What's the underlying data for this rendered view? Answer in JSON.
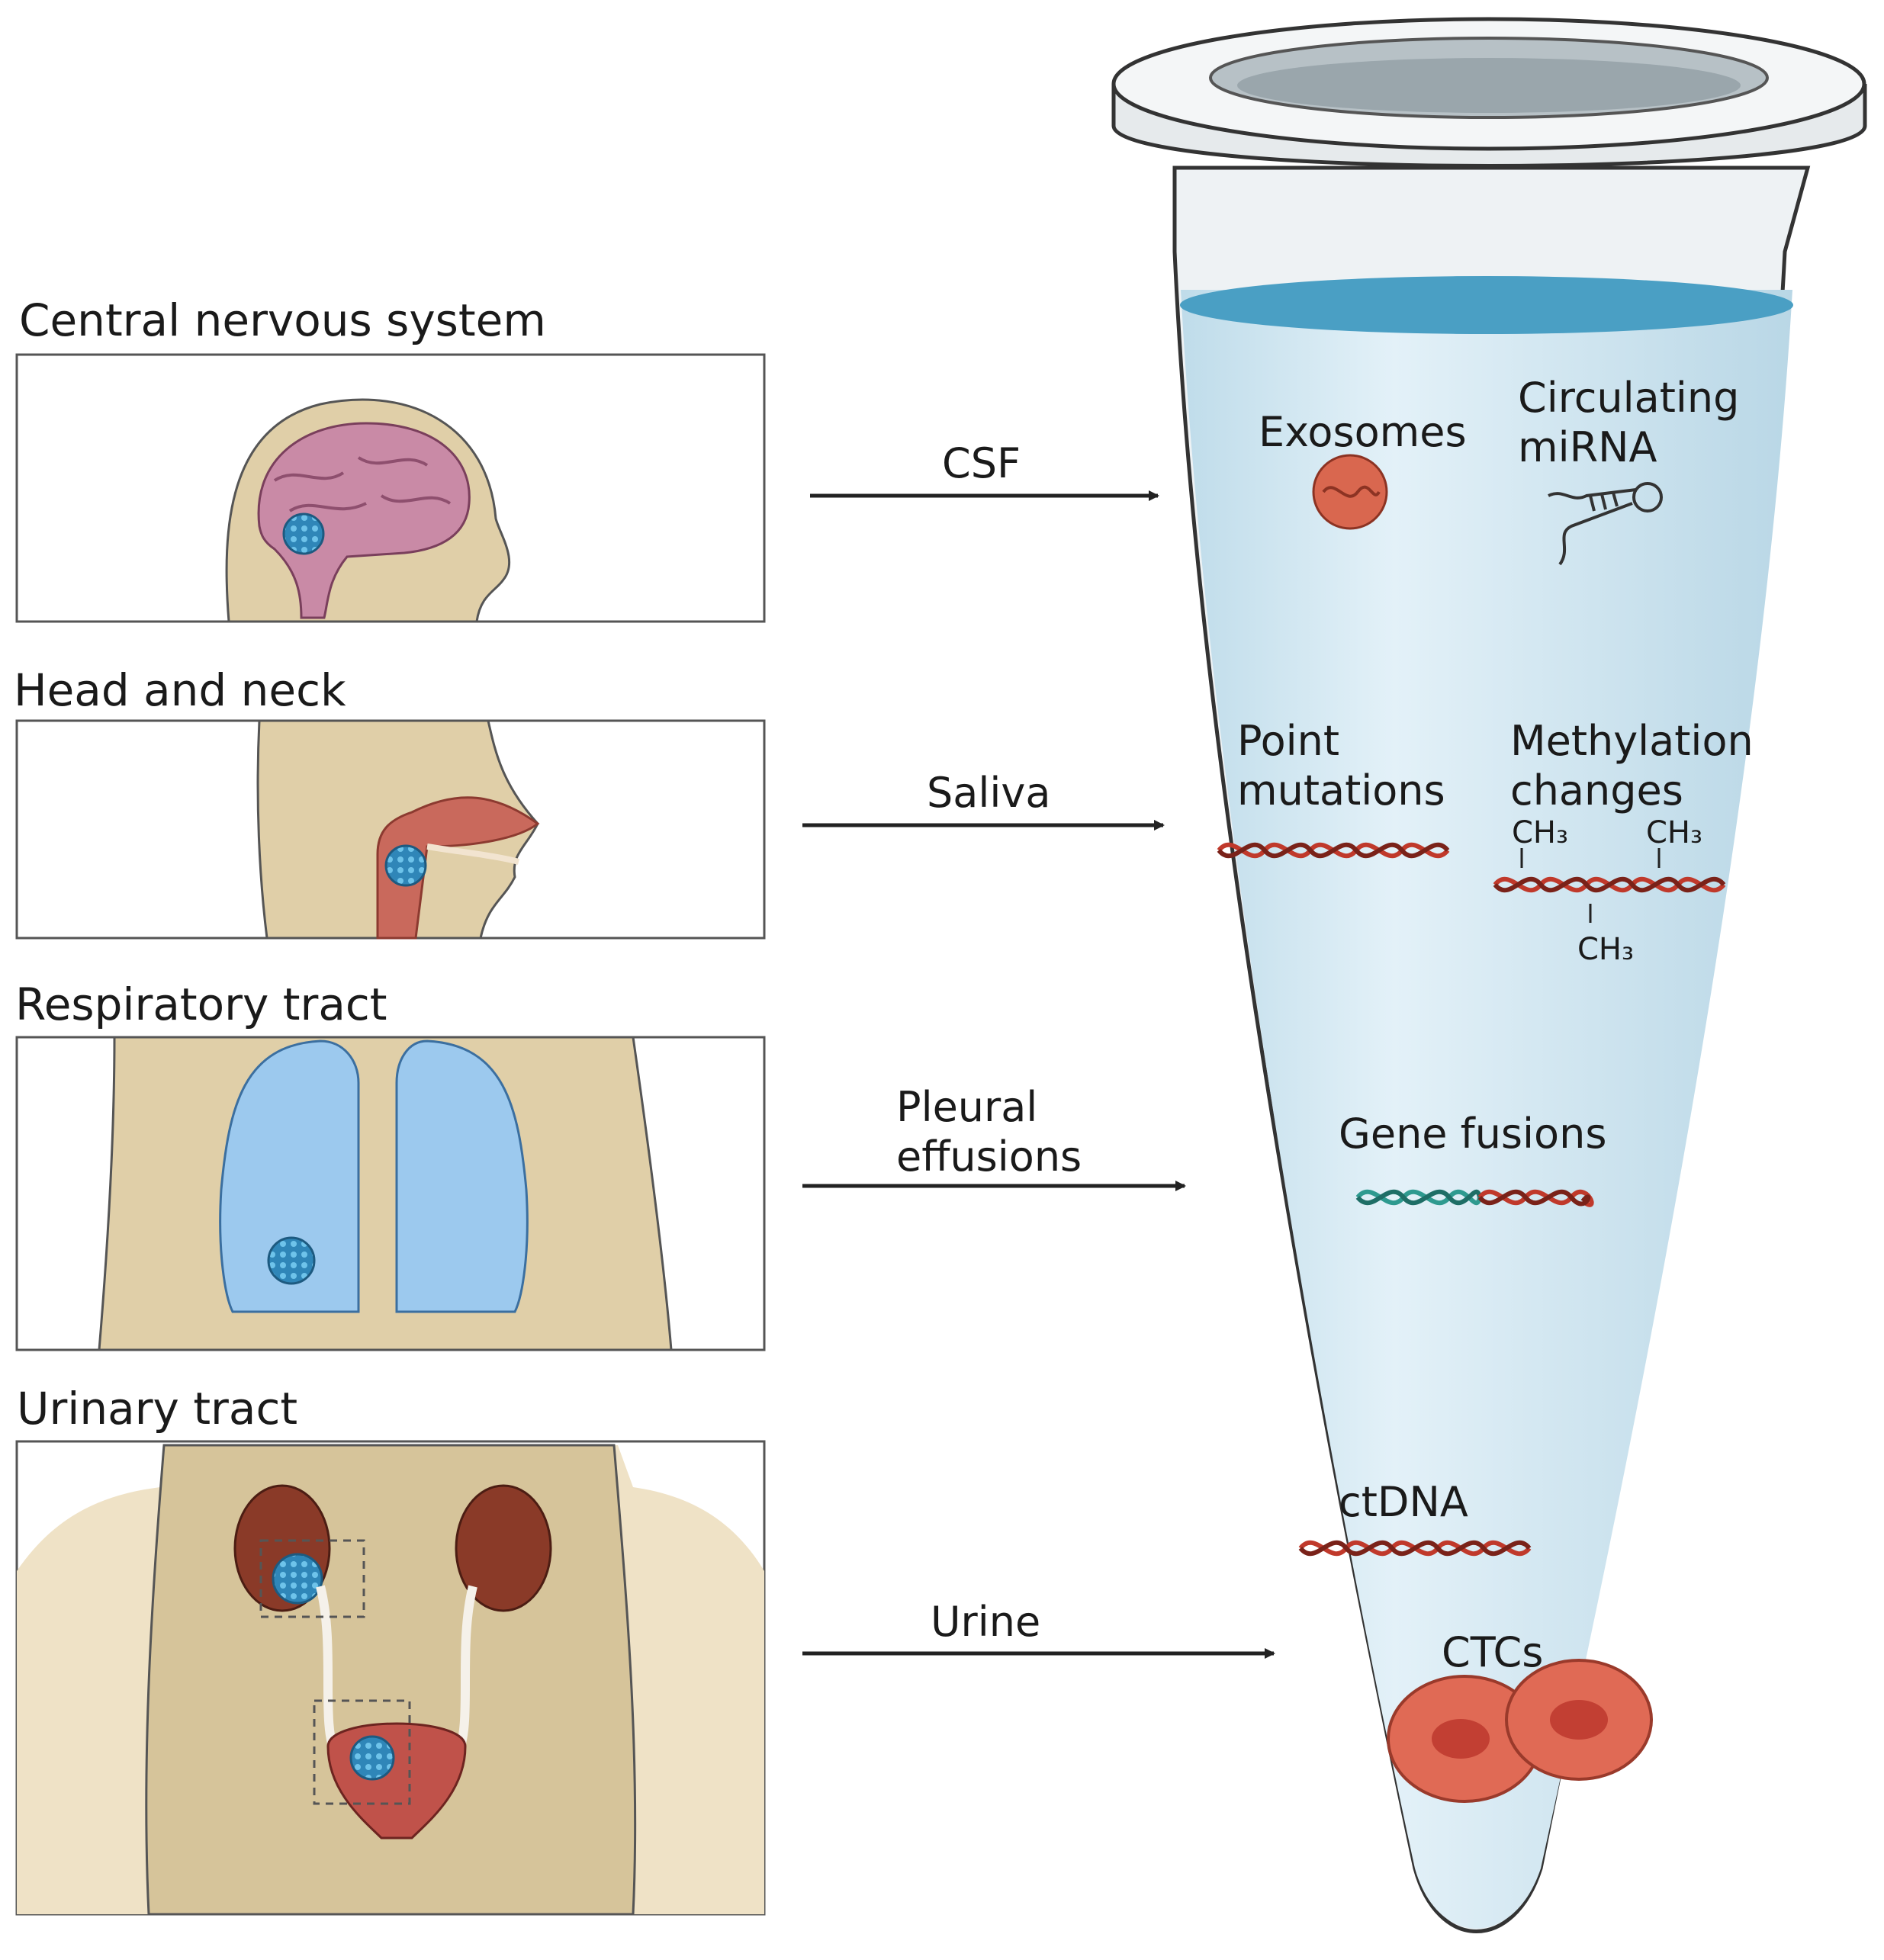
{
  "sources": [
    {
      "id": "cns",
      "heading": "Central nervous system",
      "fluid": "CSF"
    },
    {
      "id": "head-neck",
      "heading": "Head and neck",
      "fluid": "Saliva"
    },
    {
      "id": "respiratory",
      "heading": "Respiratory tract",
      "fluid_line1": "Pleural",
      "fluid_line2": "effusions"
    },
    {
      "id": "urinary",
      "heading": "Urinary tract",
      "fluid": "Urine"
    }
  ],
  "analytes": {
    "exosomes": "Exosomes",
    "mirna_line1": "Circulating",
    "mirna_line2": "miRNA",
    "point_line1": "Point",
    "point_line2": "mutations",
    "methyl_line1": "Methylation",
    "methyl_line2": "changes",
    "ch3": "CH₃",
    "gene_fusions": "Gene fusions",
    "ctdna": "ctDNA",
    "ctcs": "CTCs"
  },
  "colors": {
    "skin": "#e0cfa8",
    "brain": "#c98aa6",
    "tumour": "#2f86b8",
    "lung": "#9cc9ee",
    "kidney": "#8a3a28",
    "dna_red": "#c0392b",
    "dna_teal": "#2e9a8f",
    "liquid": "#d2e8f2",
    "liquid_top": "#4a9fc4"
  }
}
